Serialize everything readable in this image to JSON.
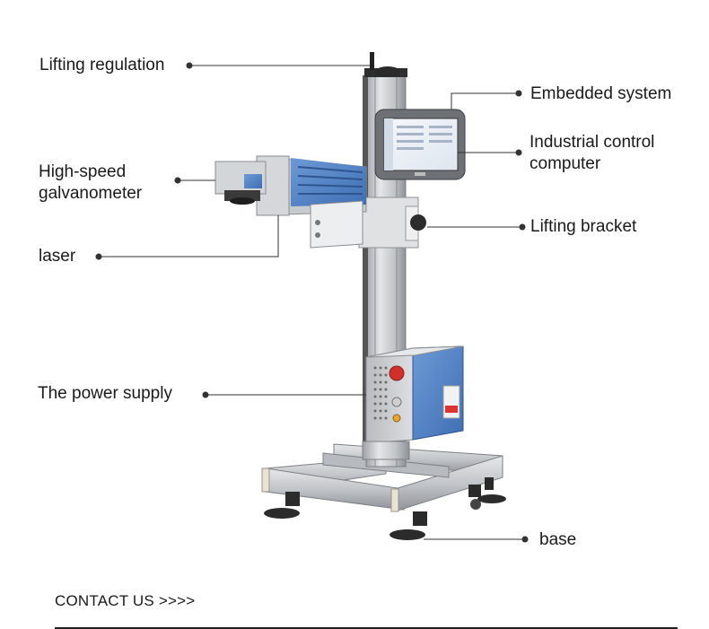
{
  "labels": {
    "lifting_regulation": "Lifting regulation",
    "embedded_system": "Embedded system",
    "industrial_control": "Industrial control\ncomputer",
    "high_speed_galvanometer": "High-speed\ngalvanometer",
    "laser": "laser",
    "lifting_bracket": "Lifting bracket",
    "power_supply": "The power supply",
    "base": "base"
  },
  "footer": {
    "contact": "CONTACT US >>>>"
  },
  "colors": {
    "panel_blue": "#4f80c4",
    "aluminum": "#c9ccd0",
    "leader_line": "#333333",
    "emergency_red": "#d0302a"
  }
}
